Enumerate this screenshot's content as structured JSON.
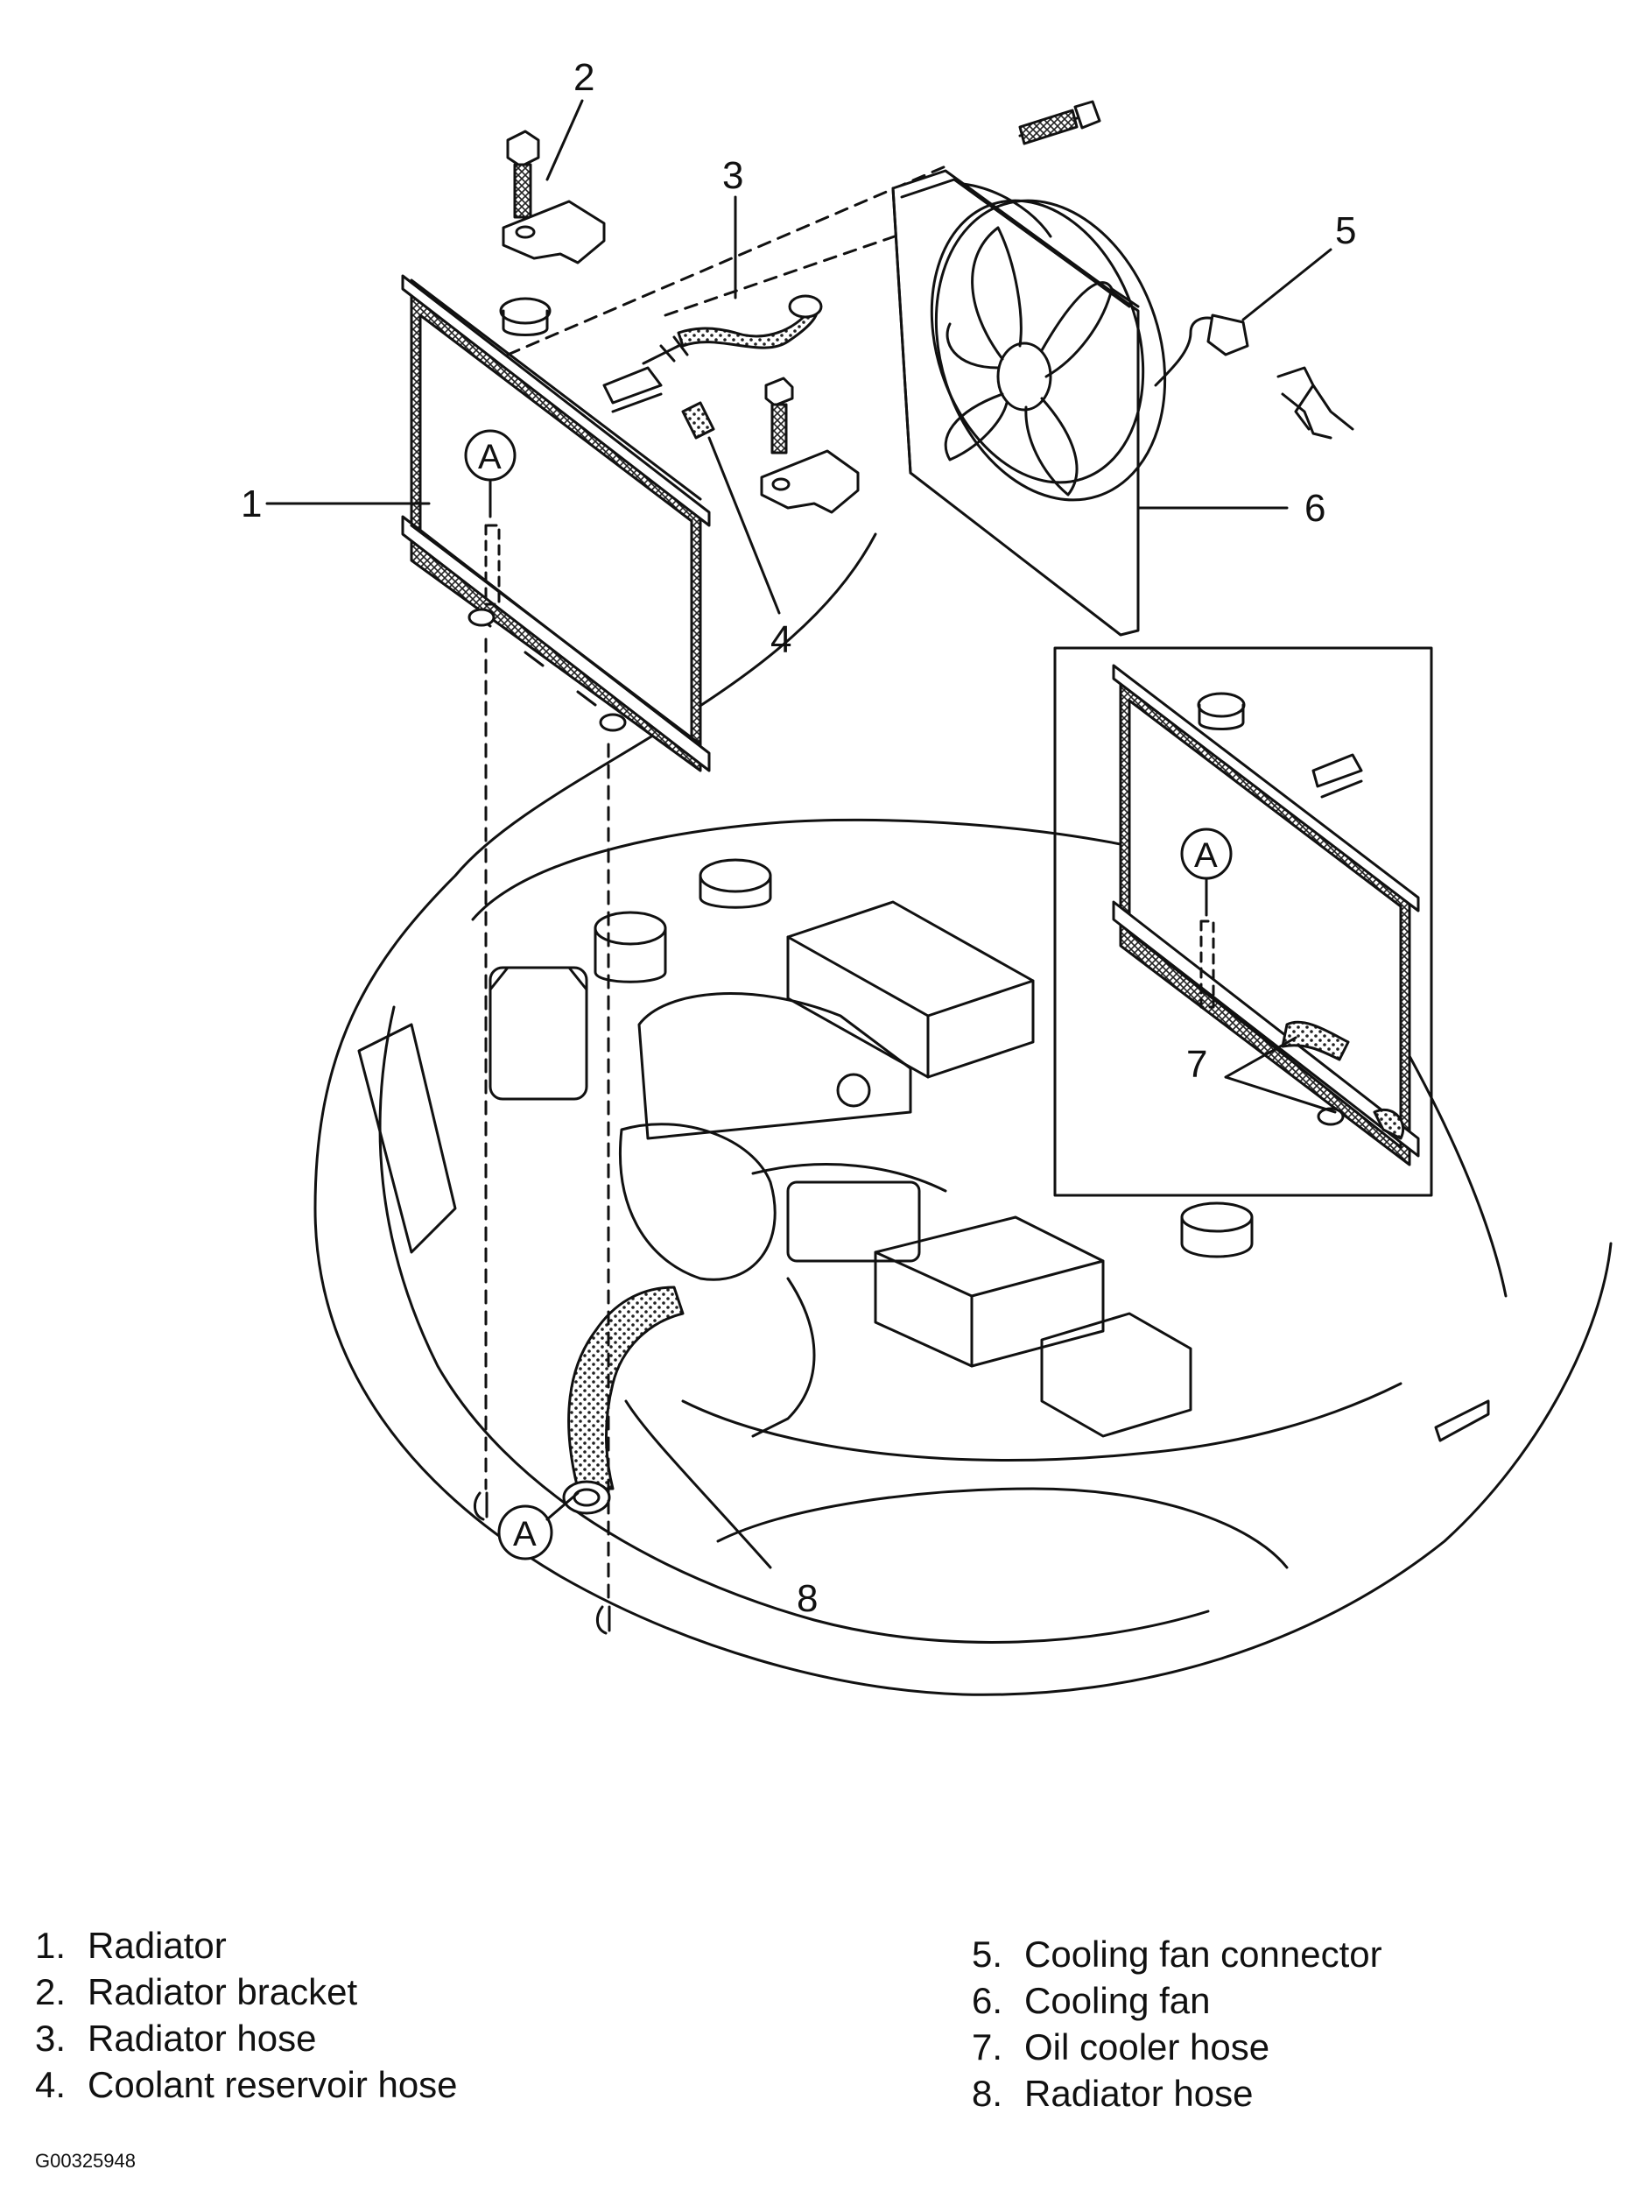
{
  "callouts": {
    "c1": "1",
    "c2": "2",
    "c3": "3",
    "c4": "4",
    "c5": "5",
    "c6": "6",
    "c7": "7",
    "c8": "8"
  },
  "reference_marks": {
    "a1": "A",
    "a2": "A",
    "a3": "A"
  },
  "legend": {
    "left": [
      {
        "num": "1.",
        "label": "Radiator"
      },
      {
        "num": "2.",
        "label": "Radiator bracket"
      },
      {
        "num": "3.",
        "label": "Radiator hose"
      },
      {
        "num": "4.",
        "label": "Coolant reservoir hose"
      }
    ],
    "right": [
      {
        "num": "5.",
        "label": "Cooling fan connector"
      },
      {
        "num": "6.",
        "label": "Cooling fan"
      },
      {
        "num": "7.",
        "label": "Oil cooler hose"
      },
      {
        "num": "8.",
        "label": "Radiator hose"
      }
    ]
  },
  "figure_code": "G00325948",
  "colors": {
    "line": "#111111",
    "background": "#ffffff"
  }
}
